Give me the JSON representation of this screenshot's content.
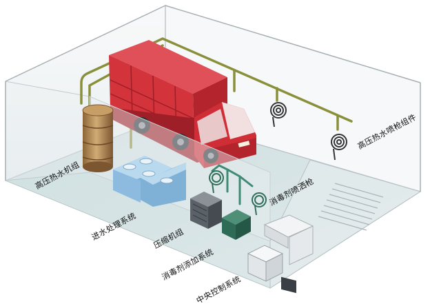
{
  "labels": {
    "high_pressure_hot_water_unit": "高压热水机组",
    "inlet_water_treatment": "进水处理系统",
    "compressor_unit": "压缩机组",
    "disinfectant_dosing": "消毒剂添加系统",
    "central_control": "中央控制系统",
    "disinfectant_spray_gun": "消毒剂喷洒枪",
    "hot_water_spray_gun_assembly": "高压热水喷枪组件"
  },
  "colors": {
    "truck_body": "#d3333b",
    "truck_dark": "#9e1f27",
    "pipe": "#8a8f3a",
    "floor": "#d4e2e4",
    "boiler": "#b9915d",
    "water_treatment": "#9dc7e6",
    "compressor": "#5b6168",
    "dosing_unit": "#2d6b57",
    "hose_green": "#3e8a72"
  }
}
